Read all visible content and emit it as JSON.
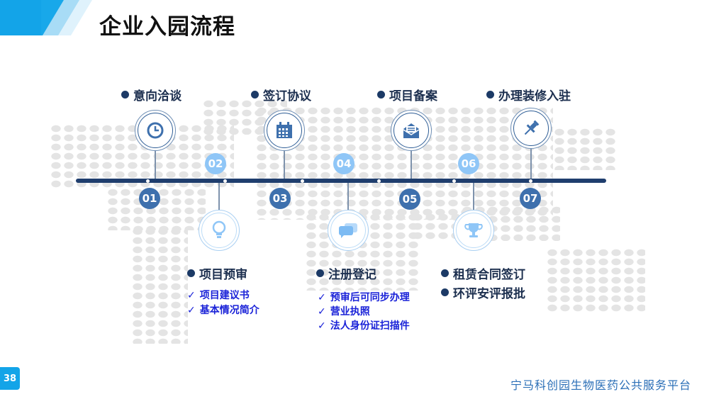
{
  "title": "企业入园流程",
  "top_steps": [
    {
      "label": "意向洽谈",
      "number": "01",
      "icon": "clock-icon"
    },
    {
      "label": "签订协议",
      "number": "03",
      "icon": "calendar-icon"
    },
    {
      "label": "项目备案",
      "number": "05",
      "icon": "envelope-icon"
    },
    {
      "label": "办理装修入驻",
      "number": "07",
      "icon": "pin-icon"
    }
  ],
  "bottom_steps": [
    {
      "labels": [
        "项目预审"
      ],
      "number": "02",
      "icon": "lightbulb-icon",
      "items": [
        "项目建议书",
        "基本情况简介"
      ]
    },
    {
      "labels": [
        "注册登记"
      ],
      "number": "04",
      "icon": "chat-icon",
      "items": [
        "预审后可同步办理",
        "营业执照",
        "法人身份证扫描件"
      ]
    },
    {
      "labels": [
        "租赁合同签订",
        "环评安评报批"
      ],
      "number": "06",
      "icon": "trophy-icon",
      "items": []
    }
  ],
  "check_mark": "✓",
  "footer": "宁马科创园生物医药公共服务平台",
  "page_number": "38",
  "colors": {
    "accent": "#13a4e8",
    "timeline": "#1f3e6e",
    "badge_dark": "#3e70ad",
    "badge_light": "#8fc6f7",
    "check_text": "#1a22d8"
  }
}
